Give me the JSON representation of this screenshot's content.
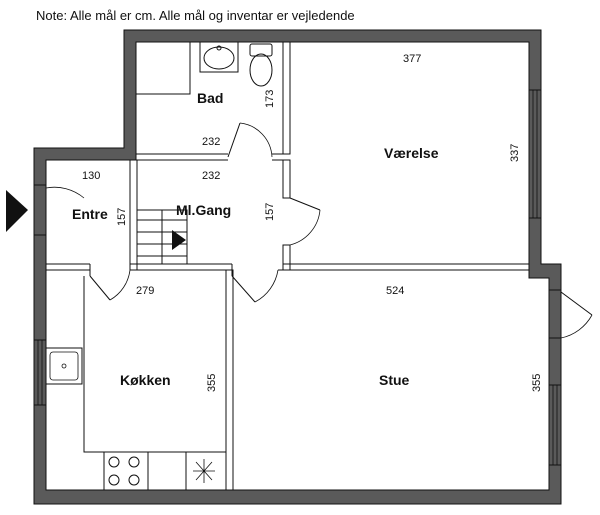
{
  "note": "Note: Alle mål er cm. Alle mål og inventar er vejledende",
  "rooms": {
    "bad": {
      "label": "Bad",
      "dim_w": "232",
      "dim_h": "173"
    },
    "vaerelse": {
      "label": "Værelse",
      "dim_w": "377",
      "dim_h": "337"
    },
    "entre": {
      "label": "Entre",
      "dim_w": "130",
      "dim_h": "157"
    },
    "gang": {
      "label": "Ml.Gang",
      "dim_w": "232",
      "dim_h": "157"
    },
    "koekken": {
      "label": "Køkken",
      "dim_w": "279",
      "dim_h": "355"
    },
    "stue": {
      "label": "Stue",
      "dim_w": "524",
      "dim_h": "355"
    }
  }
}
